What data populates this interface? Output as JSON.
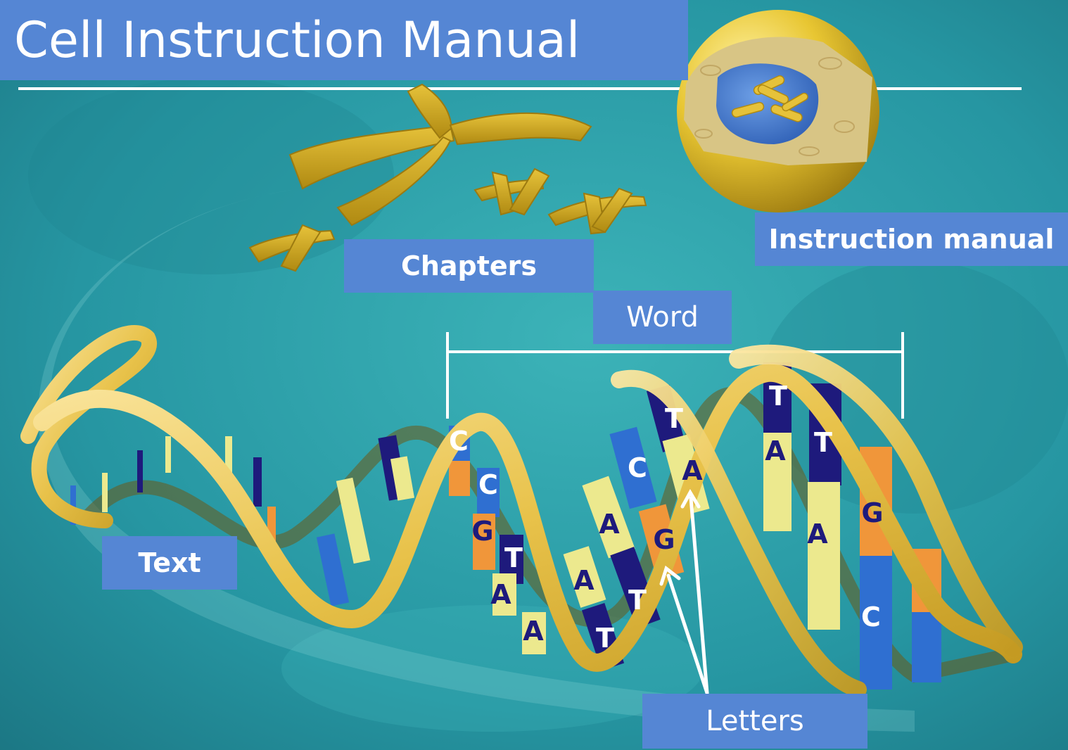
{
  "title": "Cell Instruction Manual",
  "labels": {
    "chapters": "Chapters",
    "instruction_manual": "Instruction manual",
    "word": "Word",
    "text": "Text",
    "letters": "Letters"
  },
  "bases": [
    "C",
    "C",
    "G",
    "T",
    "A",
    "A",
    "A",
    "T",
    "A",
    "T",
    "C",
    "G",
    "T",
    "A",
    "T",
    "A",
    "T",
    "A",
    "G",
    "C"
  ],
  "colors": {
    "background": "#2a9aa6",
    "label": "#5586d4",
    "ribbon": "#e8c24a",
    "cell": "#e8c632",
    "nucleus": "#4f86d6",
    "navy": "#1e1a7c",
    "blue": "#2f6fd1",
    "orange": "#f0963a",
    "yellow": "#ece98e"
  }
}
